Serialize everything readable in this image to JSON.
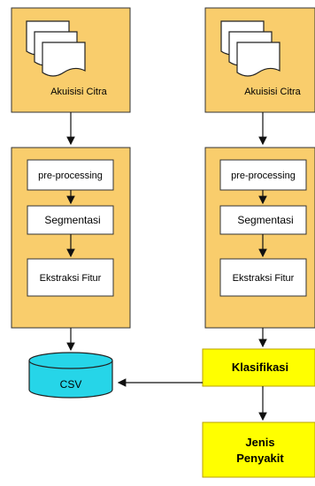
{
  "left_column": {
    "acquisition_label": "Akuisisi Citra",
    "preprocessing_label": "pre-processing",
    "segmentation_label": "Segmentasi",
    "feature_label": "Ekstraksi Fitur"
  },
  "right_column": {
    "acquisition_label": "Akuisisi Citra",
    "preprocessing_label": "pre-processing",
    "segmentation_label": "Segmentasi",
    "feature_label": "Ekstraksi Fitur"
  },
  "database_label": "CSV",
  "classification_label": "Klasifikasi",
  "result_label_line1": "Jenis",
  "result_label_line2": "Penyakit",
  "colors": {
    "stage_fill": "#f9cd6c",
    "stage_border": "#333333",
    "database_fill": "#26d5e8",
    "result_fill": "#ffff00",
    "result_border": "#b8a000"
  }
}
